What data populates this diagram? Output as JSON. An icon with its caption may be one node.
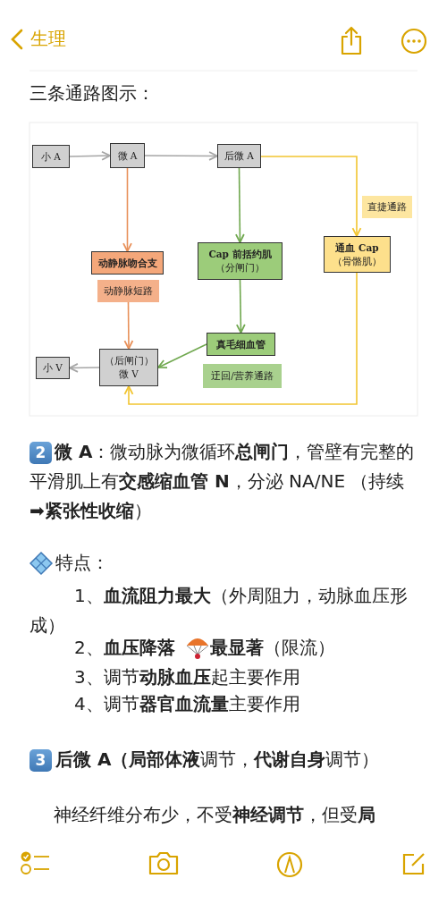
{
  "diagram": {
    "nodes": [
      {
        "text": [
          "小 A"
        ]
      },
      {
        "text": [
          "微 A"
        ]
      },
      {
        "text": [
          "后微 A"
        ]
      },
      {
        "text": [
          "直捷通路"
        ]
      },
      {
        "text": [
          "动静脉吻合支"
        ]
      },
      {
        "text": [
          "Cap 前括约肌",
          "（分闸门）"
        ]
      },
      {
        "text": [
          "通血 Cap",
          "（骨骼肌）"
        ]
      },
      {
        "text": [
          "动静脉短路"
        ]
      },
      {
        "text": [
          "真毛细血管"
        ]
      },
      {
        "text": [
          "小 V"
        ]
      },
      {
        "text": [
          "（后闸门）",
          "微 V"
        ]
      },
      {
        "text": [
          "迂回/营养通路"
        ]
      }
    ],
    "edges": [
      {
        "from": 0,
        "to": 1,
        "arrow": "to",
        "color": "#a6a6a6"
      },
      {
        "from": 1,
        "to": 2,
        "arrow": "to",
        "color": "#a6a6a6"
      },
      {
        "from": 1,
        "to": 4,
        "arrow": "to",
        "color": "#e8915a"
      },
      {
        "from": 2,
        "to": 5,
        "arrow": "to",
        "color": "#70a84f"
      },
      {
        "from": 2,
        "to": 6,
        "arrow": "to",
        "color": "#f2c530"
      },
      {
        "from": 7,
        "to": 10,
        "arrow": "to",
        "color": "#e8915a"
      },
      {
        "from": 5,
        "to": 8,
        "arrow": "to",
        "color": "#70a84f"
      },
      {
        "from": 8,
        "to": 10,
        "arrow": "to",
        "color": "#70a84f"
      },
      {
        "from": 10,
        "to": 9,
        "arrow": "to",
        "color": "#a6a6a6"
      },
      {
        "from": 6,
        "to": 10,
        "arrow": "to",
        "color": "#f2c530"
      }
    ],
    "labels": [
      "生理",
      "三条通路图示：",
      "2",
      "**微 A**：微动脉为微循环**总闸门**，管壁有完整的平滑肌上有**交感缩血管 N**，分泌 NA/NE （持续➡**紧张性收缩**）",
      "特点：",
      "1、**血流阻力最大**（外周阻力，动脉血压形成）",
      "2、**血压降落**",
      "**最显著**（限流）",
      "3、调节**动脉血压**起主要作用",
      "4、调节**器官血流量**主要作用",
      "3",
      "**后微 A（局部体液**调节，**代谢自身**调节）",
      "神经纤维分布少，不受**神经调节**，但受**局**"
    ]
  }
}
